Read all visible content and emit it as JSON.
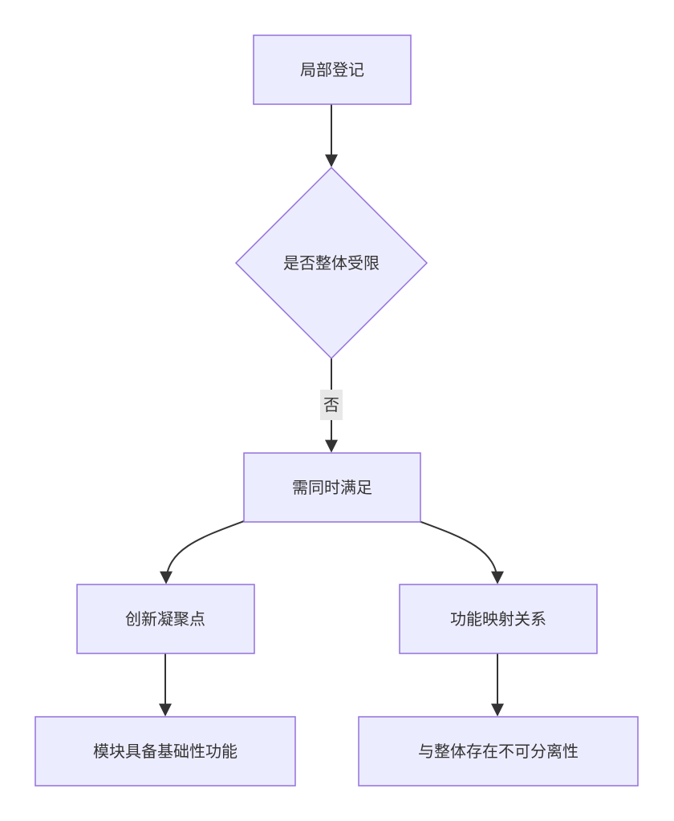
{
  "colors": {
    "node_fill": "#ECECFF",
    "node_stroke": "#9370DB",
    "edge": "#333333",
    "label_bg": "#E8E8E8",
    "text": "#333333"
  },
  "nodes": {
    "local_registration": "局部登记",
    "whole_restricted": "是否整体受限",
    "must_satisfy": "需同时满足",
    "innovation_point": "创新凝聚点",
    "functional_mapping": "功能映射关系",
    "basic_function": "模块具备基础性功能",
    "inseparable": "与整体存在不可分离性"
  },
  "edge_labels": {
    "no": "否"
  }
}
